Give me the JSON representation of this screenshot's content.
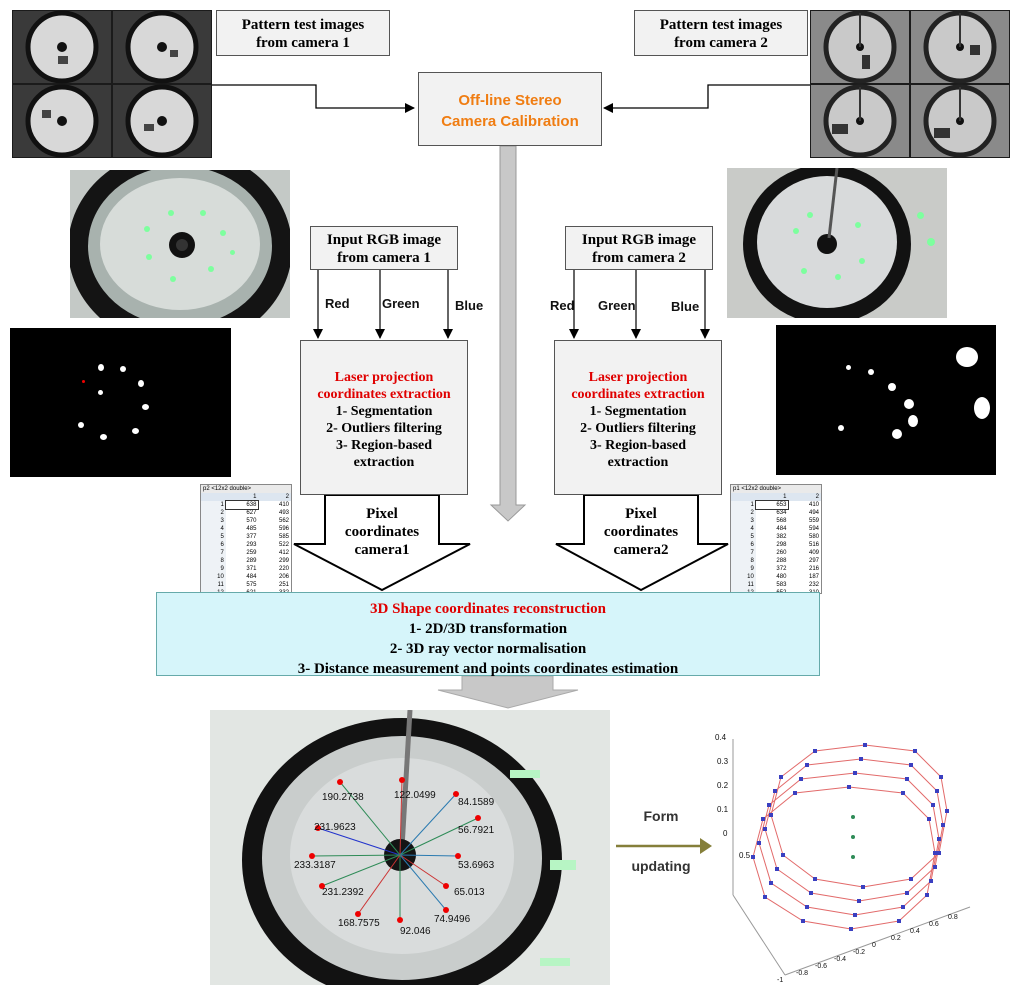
{
  "calibration": {
    "cam1_label_line1": "Pattern test images",
    "cam1_label_line2": "from camera 1",
    "cam2_label_line1": "Pattern test images",
    "cam2_label_line2": "from camera 2",
    "title_line1": "Off-line Stereo",
    "title_line2": "Camera Calibration"
  },
  "input1": {
    "line1": "Input RGB image",
    "line2": "from camera 1"
  },
  "input2": {
    "line1": "Input RGB image",
    "line2": "from camera 2"
  },
  "channels": {
    "red": "Red",
    "green": "Green",
    "blue": "Blue"
  },
  "extraction": {
    "title_line1": "Laser projection",
    "title_line2": "coordinates extraction",
    "step1": "1- Segmentation",
    "step2": "2- Outliers filtering",
    "step3_line1": "3- Region-based",
    "step3_line2": "extraction"
  },
  "pixel1": {
    "line1": "Pixel",
    "line2": "coordinates",
    "line3": "camera1"
  },
  "pixel2": {
    "line1": "Pixel",
    "line2": "coordinates",
    "line3": "camera2"
  },
  "matrix_left": {
    "title": "p2 <12x2 double>",
    "col1": "1",
    "col2": "2",
    "rows": [
      [
        "1",
        "638",
        "410"
      ],
      [
        "2",
        "627",
        "493"
      ],
      [
        "3",
        "570",
        "562"
      ],
      [
        "4",
        "485",
        "596"
      ],
      [
        "5",
        "377",
        "585"
      ],
      [
        "6",
        "293",
        "522"
      ],
      [
        "7",
        "259",
        "412"
      ],
      [
        "8",
        "289",
        "299"
      ],
      [
        "9",
        "371",
        "220"
      ],
      [
        "10",
        "484",
        "206"
      ],
      [
        "11",
        "575",
        "251"
      ],
      [
        "12",
        "621",
        "332"
      ]
    ]
  },
  "matrix_right": {
    "title": "p1 <12x2 double>",
    "col1": "1",
    "col2": "2",
    "rows": [
      [
        "1",
        "653",
        "410"
      ],
      [
        "2",
        "634",
        "494"
      ],
      [
        "3",
        "568",
        "559"
      ],
      [
        "4",
        "484",
        "594"
      ],
      [
        "5",
        "382",
        "580"
      ],
      [
        "6",
        "298",
        "516"
      ],
      [
        "7",
        "260",
        "409"
      ],
      [
        "8",
        "288",
        "297"
      ],
      [
        "9",
        "372",
        "216"
      ],
      [
        "10",
        "480",
        "187"
      ],
      [
        "11",
        "583",
        "232"
      ],
      [
        "12",
        "652",
        "310"
      ]
    ]
  },
  "reconstruction": {
    "title": "3D Shape coordinates reconstruction",
    "step1": "1- 2D/3D transformation",
    "step2": "2-   3D ray vector normalisation",
    "step3": "3- Distance measurement and points coordinates estimation"
  },
  "measurements": [
    "190.2738",
    "122.0499",
    "84.1589",
    "56.7921",
    "231.9623",
    "233.3187",
    "53.6963",
    "65.013",
    "231.2392",
    "74.9496",
    "168.7575",
    "92.046"
  ],
  "form_update": {
    "line1": "Form",
    "line2": "updating"
  },
  "plot_axis": {
    "z_ticks": [
      "0.4",
      "0.3",
      "0.2",
      "0.1",
      "0",
      "0.5"
    ],
    "x_ticks": [
      "-1",
      "-0.8",
      "-0.6",
      "-0.4",
      "-0.2",
      "0",
      "0.2",
      "0.4",
      "0.6",
      "0.8"
    ]
  },
  "colors": {
    "red_text": "#e00000",
    "orange_title": "#f07d12",
    "recon_bg": "#d6f5fa",
    "box_bg": "#f2f2f2",
    "arrow_gray": "#c8c8c8",
    "form_arrow": "#857f3a"
  }
}
